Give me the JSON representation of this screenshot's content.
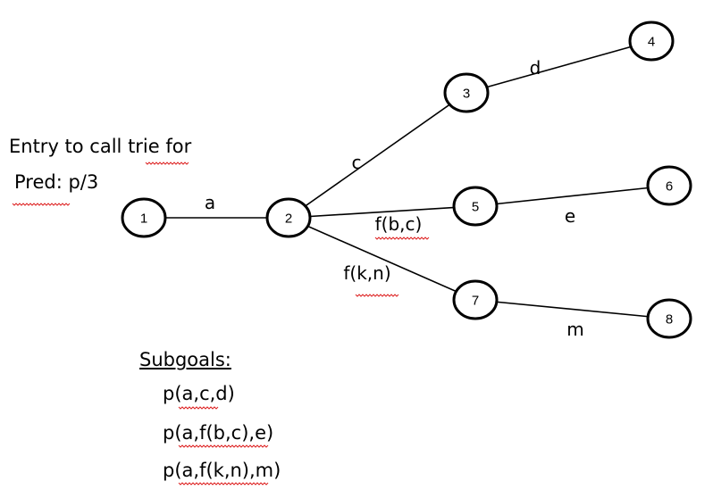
{
  "entry": {
    "line1": "Entry to call trie for",
    "line2": "Pred: p/3"
  },
  "nodes": [
    {
      "id": "1",
      "label": "1"
    },
    {
      "id": "2",
      "label": "2"
    },
    {
      "id": "3",
      "label": "3"
    },
    {
      "id": "4",
      "label": "4"
    },
    {
      "id": "5",
      "label": "5"
    },
    {
      "id": "6",
      "label": "6"
    },
    {
      "id": "7",
      "label": "7"
    },
    {
      "id": "8",
      "label": "8"
    }
  ],
  "edges": [
    {
      "from": "1",
      "to": "2",
      "label": "a"
    },
    {
      "from": "2",
      "to": "3",
      "label": "c"
    },
    {
      "from": "3",
      "to": "4",
      "label": "d"
    },
    {
      "from": "2",
      "to": "5",
      "label": "f(b,c)"
    },
    {
      "from": "5",
      "to": "6",
      "label": "e"
    },
    {
      "from": "2",
      "to": "7",
      "label": "f(k,n)"
    },
    {
      "from": "7",
      "to": "8",
      "label": "m"
    }
  ],
  "subgoals": {
    "title": "Subgoals:",
    "items": [
      "p(a,c,d)",
      "p(a,f(b,c),e)",
      "p(a,f(k,n),m)"
    ]
  },
  "colors": {
    "spellcheck_underline": "#d22222"
  }
}
